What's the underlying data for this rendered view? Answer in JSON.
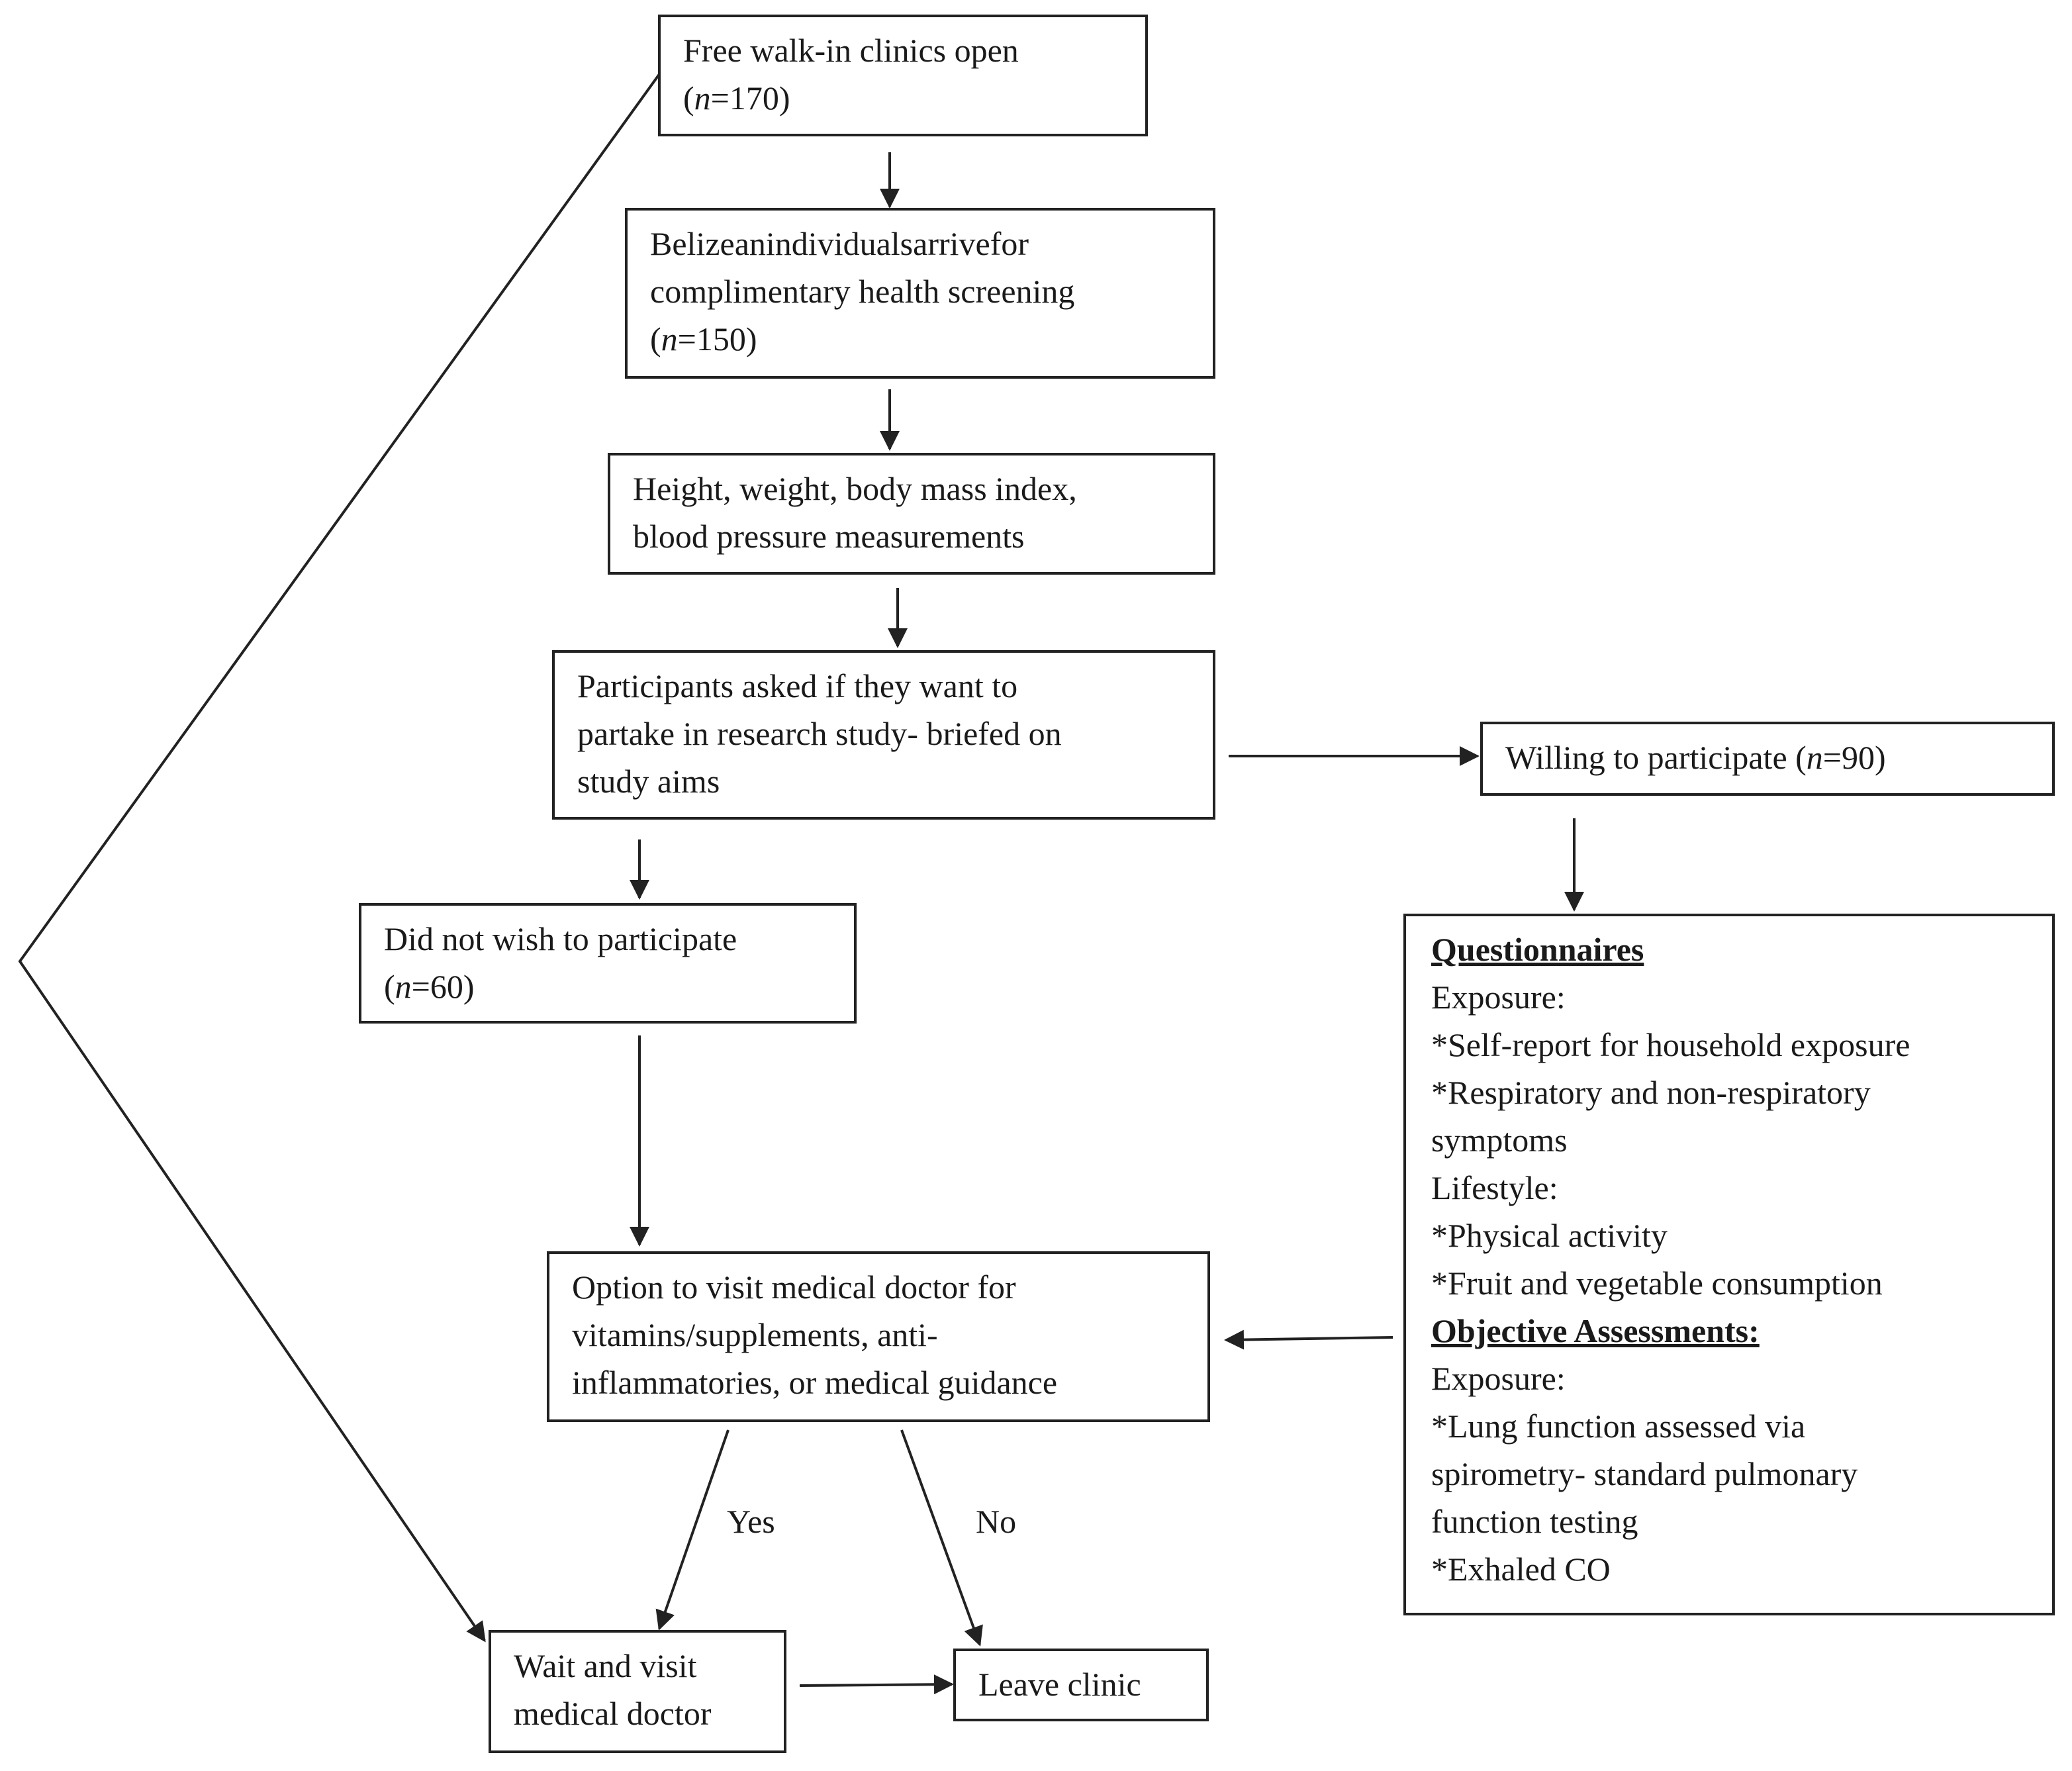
{
  "nodes": {
    "clinics_open": {
      "line1": "Free walk-in clinics open",
      "n_italic": "n",
      "n_rest": "=170)"
    },
    "arrive": {
      "line1": "Belizean individuals arrive for",
      "line2": "complimentary health screening",
      "n_italic": "n",
      "n_rest": "=150)"
    },
    "measurements": {
      "line1": "Height, weight, body mass index,",
      "line2": "blood pressure measurements"
    },
    "asked": {
      "line1": "Participants asked if they want to",
      "line2": "partake in research study- briefed on",
      "line3": "study aims"
    },
    "willing": {
      "prefix": "Willing to participate (",
      "n_italic": "n",
      "n_rest": "=90)"
    },
    "not_wish": {
      "line1": "Did not wish to participate",
      "n_italic": "n",
      "n_rest": "=60)"
    },
    "option": {
      "line1": "Option to visit medical doctor for",
      "line2": "vitamins/supplements, anti-",
      "line3": "inflammatories, or medical guidance"
    },
    "wait_visit": {
      "line1": "Wait and visit",
      "line2": "medical doctor"
    },
    "leave": {
      "line1": "Leave clinic"
    },
    "assessments": {
      "q_heading": "Questionnaires",
      "q_exposure": "Exposure:",
      "q_item1": "*Self-report for household exposure",
      "q_item2a": "*Respiratory and non-respiratory",
      "q_item2b": "symptoms",
      "q_lifestyle": "Lifestyle:",
      "q_item3": "*Physical activity",
      "q_item4": "*Fruit and vegetable consumption",
      "o_heading": "Objective Assessments:",
      "o_exposure": "Exposure:",
      "o_item1a": "*Lung function assessed via",
      "o_item1b": "spirometry- standard pulmonary",
      "o_item1c": "function testing",
      "o_item2": "*Exhaled CO"
    }
  },
  "edge_labels": {
    "yes": "Yes",
    "no": "No"
  },
  "colors": {
    "line": "#222222",
    "text": "#1a1a1a",
    "background": "#ffffff"
  }
}
